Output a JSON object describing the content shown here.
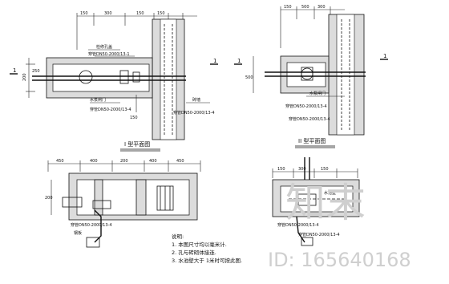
{
  "dimensions": {
    "d1": "150",
    "d2": "300",
    "d3": "150",
    "d4": "150",
    "d5": "200",
    "d6": "250",
    "d7": "150",
    "d8": "450",
    "d9": "400",
    "d10": "200",
    "d11": "400",
    "d12": "450",
    "d13": "300",
    "d14": "500",
    "d15": "150",
    "d16": "500"
  },
  "labels": {
    "plan1_title": "I 型平面图",
    "plan2_title": "II 型平面图",
    "label_cover": "检修孔盖",
    "label_pipe1": "穿管DN50-2000/13-1",
    "label_pipe2": "穿管DN50-2000/13-4",
    "label_valve": "水泵闸门",
    "label_pipe3": "穿管DN50-2000/13-4",
    "label_wall": "砖墙",
    "label_pipe4": "穿管DN50-2000/13-4",
    "label_valve2": "水泵闸门",
    "label_pipe5": "穿管DN50-2000/13-4",
    "label_pipe6": "穿管DN50-2000/13-4",
    "label_pipe7": "穿管DN50-2000/13-4",
    "label_wall2": "穿管DN50-2000/13-4",
    "label_flange": "钢板",
    "label_ex": "水池壁"
  },
  "section_marks": {
    "s1": "1",
    "s2": "1",
    "s3": "1",
    "s4": "1"
  },
  "notes": {
    "title": "说明:",
    "items": [
      "1. 本图尺寸均以毫米计.",
      "2. 孔与砖砌体接连.",
      "3. 水池壁大于 1米时可按此图."
    ]
  },
  "watermark": {
    "logo_text": "知末",
    "id_text": "ID: 165640168"
  }
}
